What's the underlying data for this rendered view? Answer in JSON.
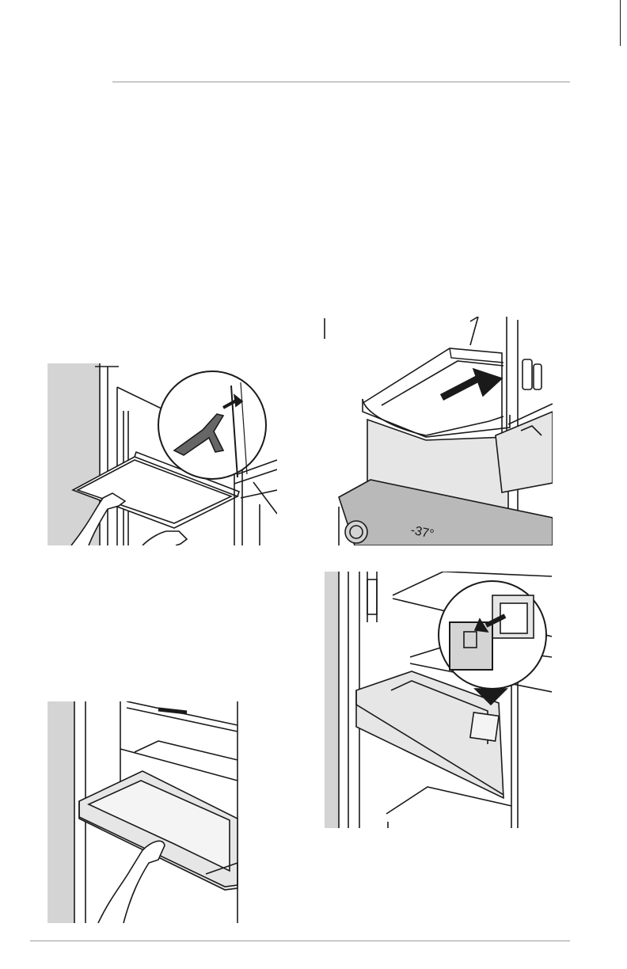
{
  "figures": [
    {
      "id": "shelf-clip-removal",
      "icon": "shelf-clip-icon"
    },
    {
      "id": "drawer-cover-slide",
      "icon": "push-arrow-icon"
    },
    {
      "id": "drawer-pull-out",
      "icon": "hand-icon"
    },
    {
      "id": "drawer-label-removal",
      "icon": "label-card-icon"
    }
  ],
  "control_panel": {
    "display_value": "-37°"
  },
  "colors": {
    "line": "#1a1a1a",
    "gray_panel": "#d4d4d4",
    "divider": "#9a9a9a"
  }
}
